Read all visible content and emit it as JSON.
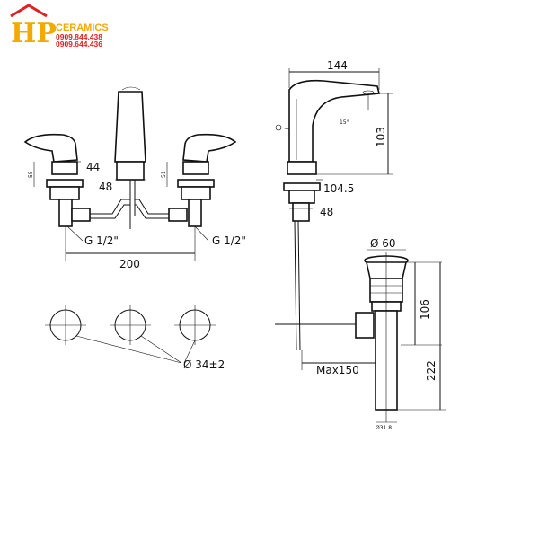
{
  "logo": {
    "letters": "HP",
    "brand": "CERAMICS",
    "phone1": "0909.844.438",
    "phone2": "0909.644.436",
    "colors": {
      "gold": "#f2a900",
      "red": "#e02020"
    }
  },
  "front_view": {
    "dim_height_handle": "44",
    "dim_body": "48",
    "dim_small_left": "55",
    "dim_small_right": "51",
    "thread_left": "G 1/2\"",
    "thread_right": "G 1/2\"",
    "dim_width": "200"
  },
  "holes_view": {
    "dim_holes": "Ø 34±2"
  },
  "side_view": {
    "dim_reach": "144",
    "dim_spout_height": "103",
    "dim_angle": "15°",
    "dim_body_height": "104.5",
    "dim_base": "48",
    "dim_rod": "Max150"
  },
  "drain_view": {
    "dim_diameter": "Ø 60",
    "dim_height_top": "106",
    "dim_height_total": "222",
    "dim_pipe": "Ø31.8"
  }
}
